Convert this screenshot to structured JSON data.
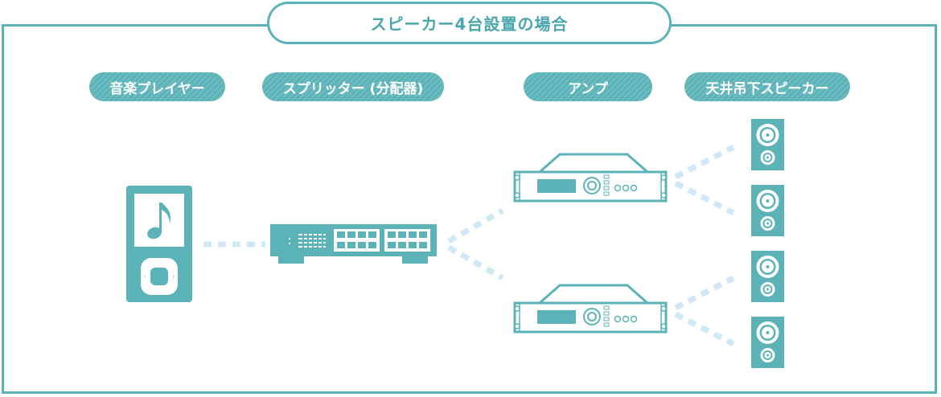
{
  "title": "スピーカー4台設置の場合",
  "labels": {
    "player": "音楽プレイヤー",
    "splitter": "スプリッター (分配器)",
    "amp": "アンプ",
    "speaker": "天井吊下スピーカー"
  },
  "colors": {
    "frame": "#5bb3b8",
    "device": "#5bb3b8",
    "connector": "#cfe8f6",
    "title_text": "#4aa6ad"
  },
  "icons": {
    "player": "music-player-icon",
    "splitter": "network-splitter-icon",
    "amp": "amplifier-icon",
    "speaker": "speaker-icon"
  }
}
